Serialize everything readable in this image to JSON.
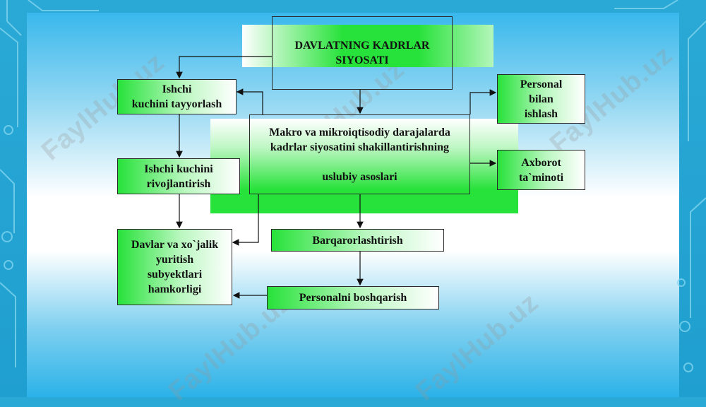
{
  "watermark": "FaylHub.uz",
  "nodes": {
    "title": "DAVLATNING KADRLAR\nSIYOSATI",
    "center": "Makro va mikroiqtisodiy darajalarda\nkadrlar siyosatini shakillantirishning\n\nuslubiy asoslari",
    "ishchi_tayyor": "Ishchi\nkuchini tayyorlash",
    "ishchi_rivoj": "Ishchi kuchini\nrivojlantirish",
    "davlar": "Davlar va xo`jalik\nyuritish\nsubyektlari\nhamkorligi",
    "barqaror": "Barqarorlashtirish",
    "boshqarish": "Personalni boshqarish",
    "personal": "Personal\nbilan\nishlash",
    "axborot": "Axborot\nta`minoti"
  },
  "colors": {
    "box_green": "#27e23a",
    "border": "#2a2a2a",
    "arrow": "#111111"
  }
}
